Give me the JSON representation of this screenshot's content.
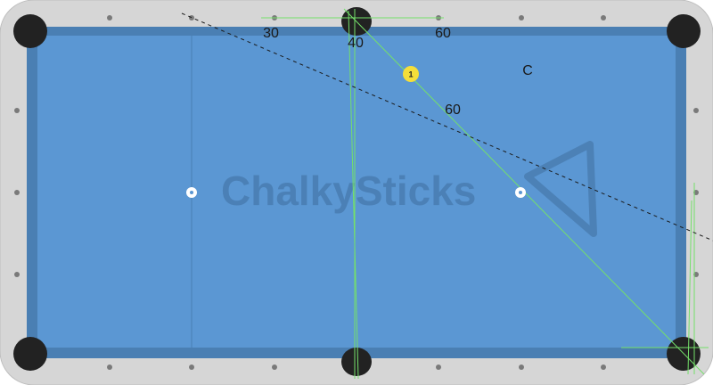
{
  "watermark": "ChalkySticks",
  "colors": {
    "rail": "#d6d6d6",
    "cushion": "#4a7fb3",
    "felt": "#5b97d3",
    "pocket": "#222222",
    "guide_line": "#74e06a",
    "object_ball": "#f5de3a",
    "cue_ball": "#ffffff",
    "diamond": "#7a7a7a"
  },
  "object_ball": {
    "number": "1"
  },
  "labels": {
    "angle_left": "30",
    "angle_center": "40",
    "angle_right": "60",
    "angle_mid": "60",
    "point_c": "C"
  }
}
